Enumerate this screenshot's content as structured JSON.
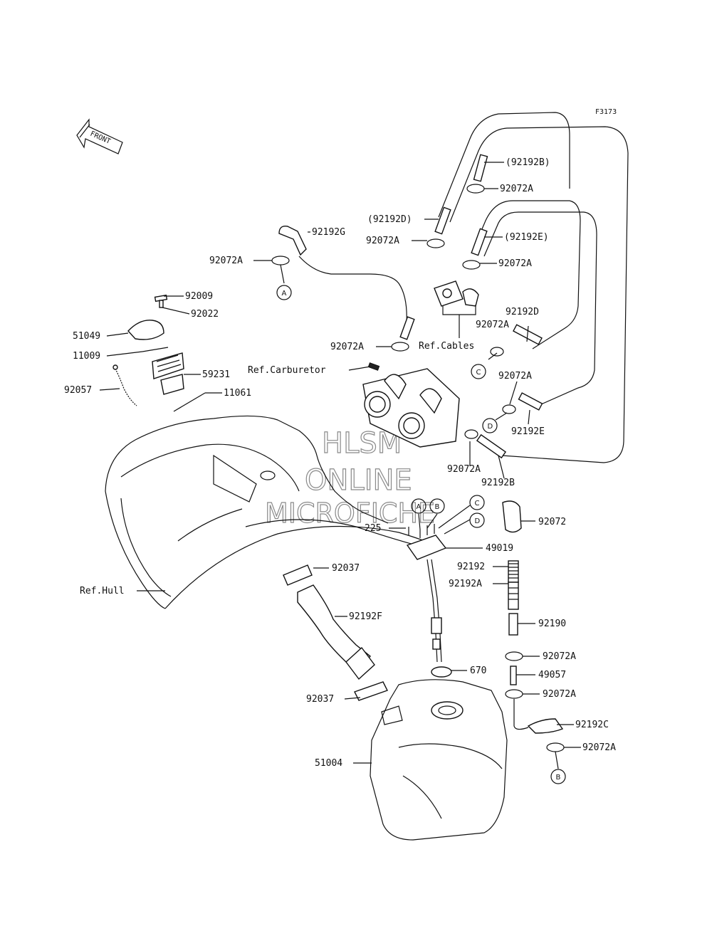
{
  "figure_code": "F3173",
  "front_label": "FRONT",
  "watermark": [
    "HLSM",
    "ONLINE",
    "MICROFICHE"
  ],
  "callouts": {
    "p92192B_top": "(92192B)",
    "p92072A_1": "92072A",
    "p92192D_top": "(92192D)",
    "p92072A_2": "92072A",
    "p92192E_top": "(92192E)",
    "p92072A_3": "92072A",
    "p92192G": "92192G",
    "p92072A_4": "92072A",
    "p92009": "92009",
    "p92022": "92022",
    "p51049": "51049",
    "p11009": "11009",
    "p59231": "59231",
    "p92057": "92057",
    "p11061": "11061",
    "ref_cables": "Ref.Cables",
    "p92072A_5": "92072A",
    "p92192D": "92192D",
    "p92072A_6": "92072A",
    "ref_carburetor": "Ref.Carburetor",
    "p92072A_7": "92072A",
    "p92192E": "92192E",
    "p92072A_8": "92072A",
    "p92192B": "92192B",
    "p225": "225",
    "p49019": "49019",
    "p92072": "92072",
    "p92192": "92192",
    "p92192A": "92192A",
    "p92037_1": "92037",
    "ref_hull": "Ref.Hull",
    "p92192F": "92192F",
    "p92190": "92190",
    "p92072A_9": "92072A",
    "p670": "670",
    "p49057": "49057",
    "p92037_2": "92037",
    "p92072A_10": "92072A",
    "p92192C": "92192C",
    "p51004": "51004",
    "p92072A_11": "92072A"
  },
  "ref_circles": {
    "a1": "A",
    "c1": "C",
    "d1": "D",
    "a2": "A",
    "b1": "B",
    "c2": "C",
    "d2": "D",
    "b2": "B"
  }
}
